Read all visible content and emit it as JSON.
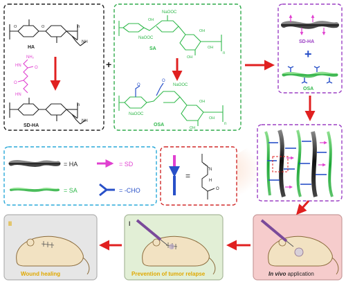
{
  "colors": {
    "black_box": "#222222",
    "green_box": "#2faa4a",
    "purple_box": "#9b3fc4",
    "cyan_box": "#28a8d8",
    "red_box": "#d02828",
    "ha_chain": "#222222",
    "sa_chain": "#2fb84a",
    "sd_color": "#e040d0",
    "cho_color": "#2850c8",
    "arrow": "#e02020",
    "panel_red_bg": "#f6cccc",
    "panel_green_bg": "#e2efd6",
    "panel_gray_bg": "#e6e6e6",
    "caption_yellow": "#e0a800",
    "mouse_body": "#f2e2c2",
    "mouse_outline": "#8a6a3a"
  },
  "ha_panel": {
    "top_label": "HA",
    "bottom_label": "SD-HA",
    "repeat_top": "n",
    "repeat_bottom": "n",
    "nh_top": "NH",
    "nh_bottom": "NH",
    "o_atoms": [
      "O",
      "O"
    ],
    "hydrazide_atoms": [
      "NH₂",
      "HN",
      "O",
      "O",
      "HN"
    ]
  },
  "plus_sign": "+",
  "sa_panel": {
    "top_label": "SA",
    "bottom_label": "OSA",
    "naooc": [
      "NaOOC",
      "NaOOC",
      "NaOOC",
      "NaOOC"
    ],
    "oh_groups": [
      "OH",
      "OH",
      "OH",
      "OH",
      "OH",
      "OH",
      "OH"
    ],
    "repeat_top": "n",
    "repeat_bottom": "n",
    "aldehyde_o": [
      "O",
      "O"
    ]
  },
  "product_panel": {
    "sd_ha_label": "SD-HA",
    "osa_label": "OSA",
    "plus": "+"
  },
  "legend": {
    "ha": "= HA",
    "sd": "= SD",
    "sa": "= SA",
    "cho": "= -CHO"
  },
  "linkage": {
    "equals": "=",
    "n_atom": "N",
    "o_atom": "O",
    "nh_atom": "H"
  },
  "stages": {
    "wound": {
      "numeral": "II",
      "caption": "Wound healing"
    },
    "prevention": {
      "numeral": "I",
      "caption": "Prevention of tumor relapse"
    },
    "invivo": {
      "caption_italic": "In vivo",
      "caption_rest": " application"
    }
  }
}
